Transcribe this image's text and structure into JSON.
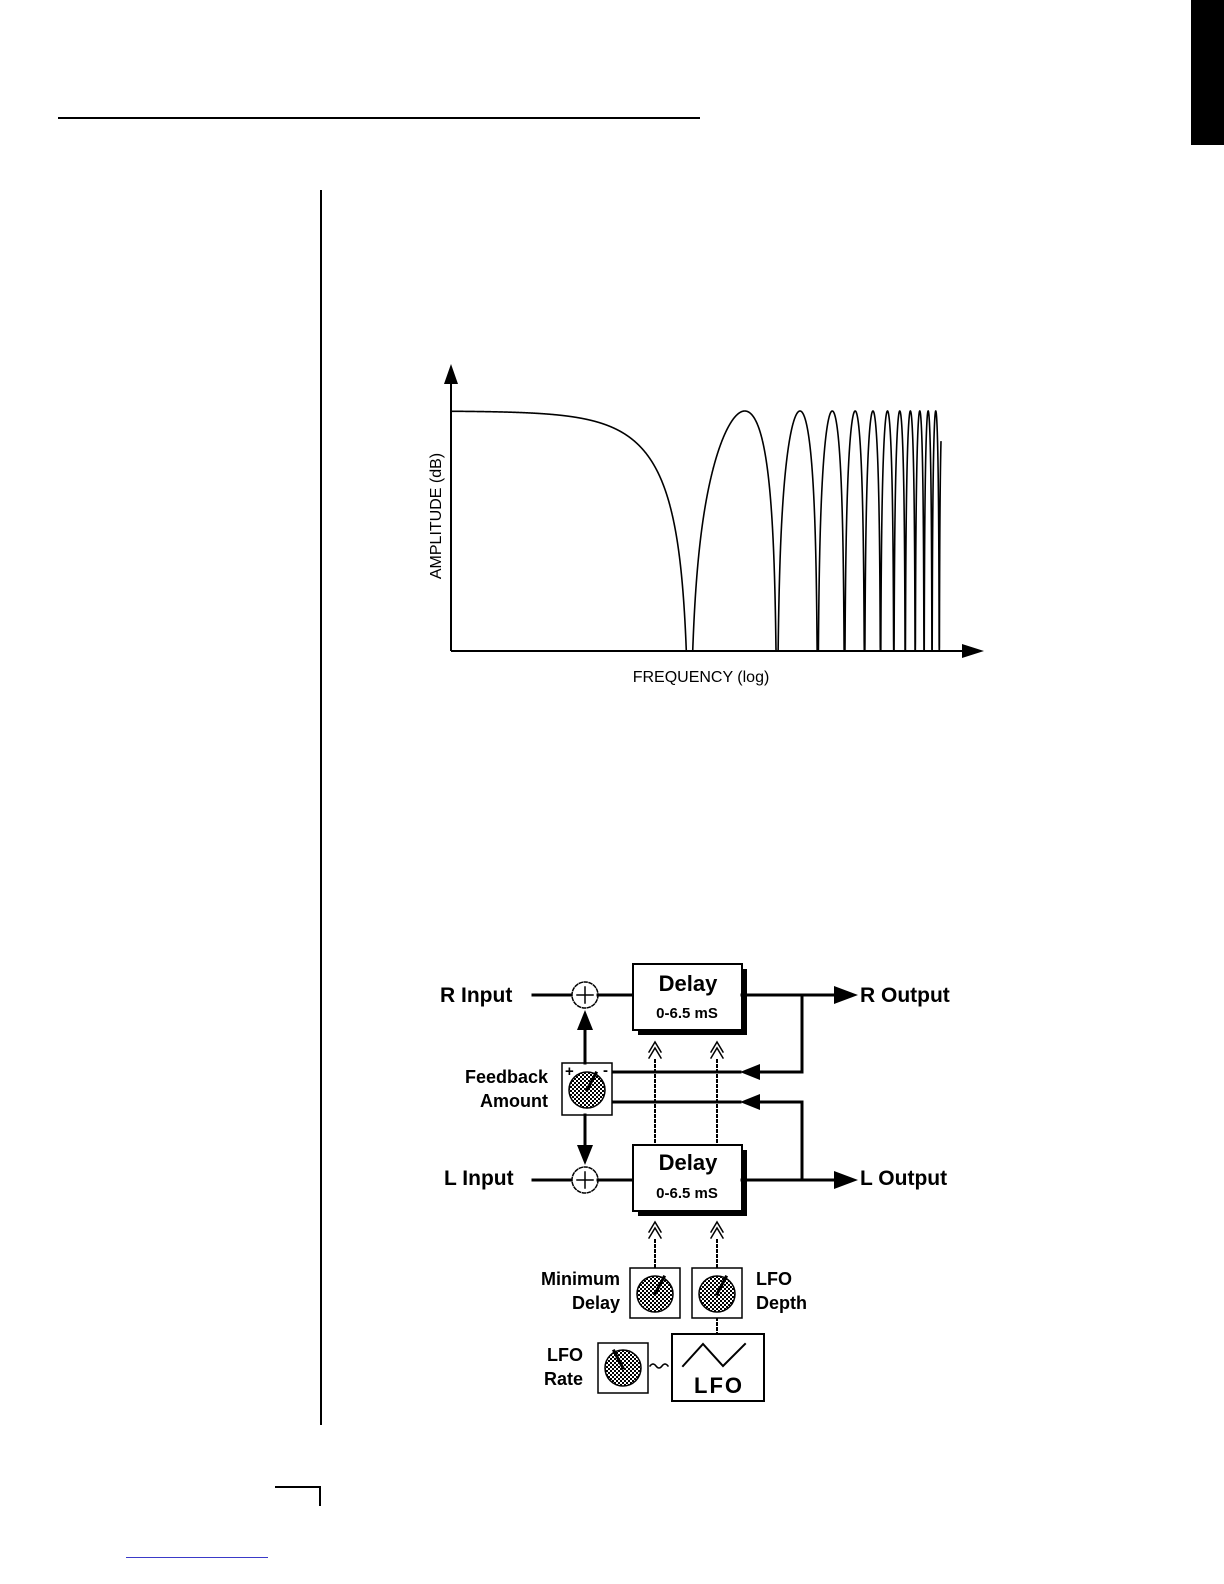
{
  "graph": {
    "y_axis_label": "AMPLITUDE (dB)",
    "x_axis_label": "FREQUENCY (log)"
  },
  "diagram": {
    "r_input": "R Input",
    "l_input": "L Input",
    "r_output": "R Output",
    "l_output": "L Output",
    "delay_title": "Delay",
    "delay_range": "0-6.5 mS",
    "feedback_line1": "Feedback",
    "feedback_line2": "Amount",
    "min_delay_line1": "Minimum",
    "min_delay_line2": "Delay",
    "lfo_depth_line1": "LFO",
    "lfo_depth_line2": "Depth",
    "lfo_rate_line1": "LFO",
    "lfo_rate_line2": "Rate",
    "lfo_box": "LFO",
    "plus": "+",
    "minus": "-"
  }
}
